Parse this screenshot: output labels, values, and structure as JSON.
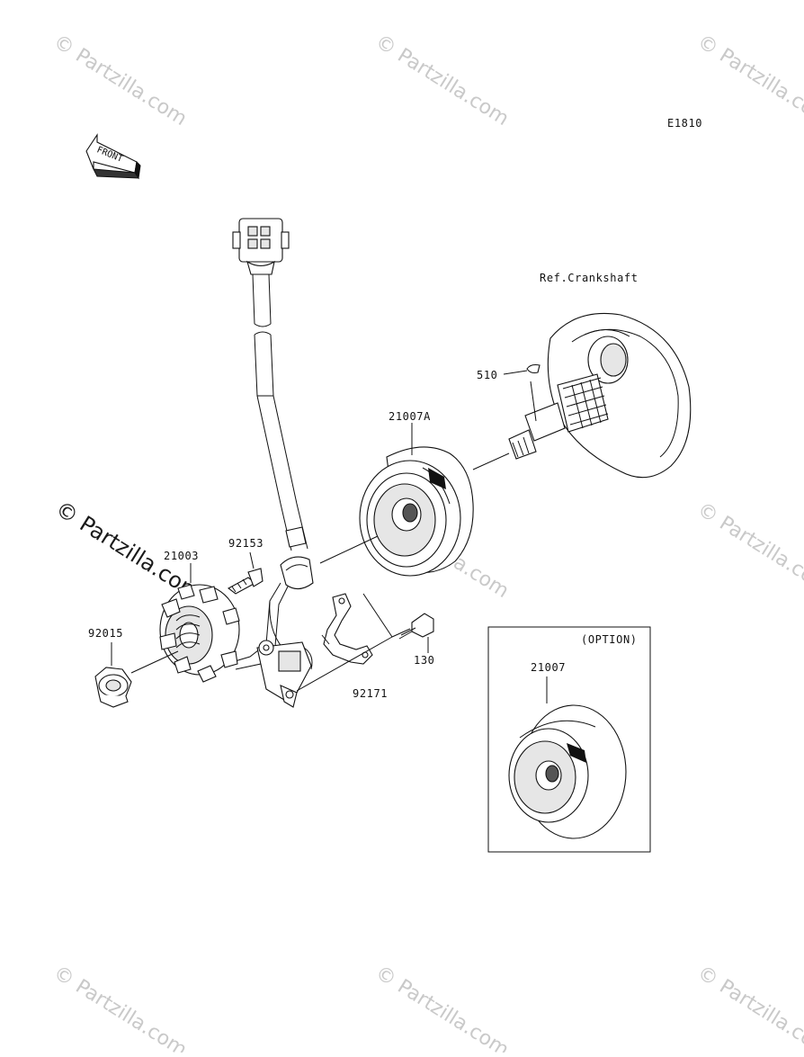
{
  "diagram": {
    "code": "E1810",
    "front_label": "FRONT",
    "ref_label": "Ref.Crankshaft",
    "option_label": "(OPTION)",
    "parts": {
      "flywheel": "21007A",
      "key": "510",
      "stator": "21003",
      "bolt_92153": "92153",
      "nut": "92015",
      "bolt_130": "130",
      "clamp": "92171",
      "option_flywheel": "21007"
    }
  },
  "watermark": {
    "text": "© Partzilla.com"
  }
}
